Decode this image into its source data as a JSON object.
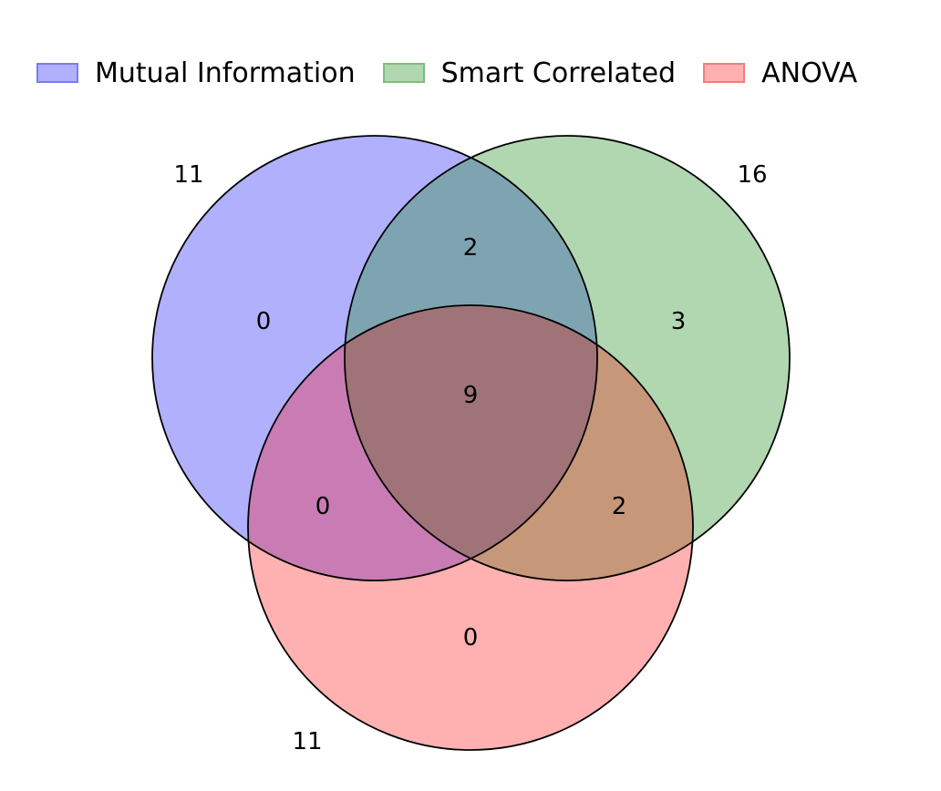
{
  "sets": [
    {
      "key": "mi",
      "name": "Mutual Information",
      "total": "11",
      "color": "#0000ff",
      "fill": "#b0b0fd"
    },
    {
      "key": "sc",
      "name": "Smart Correlated",
      "total": "16",
      "color": "#008000",
      "fill": "#b1d7b1"
    },
    {
      "key": "anova",
      "name": "ANOVA",
      "total": "11",
      "color": "#ff0000",
      "fill": "#ffb1b1"
    }
  ],
  "regions": {
    "mi_only": "0",
    "sc_only": "3",
    "anova_only": "0",
    "mi_sc": "2",
    "mi_anova": "0",
    "sc_anova": "2",
    "all_three": "9"
  }
}
